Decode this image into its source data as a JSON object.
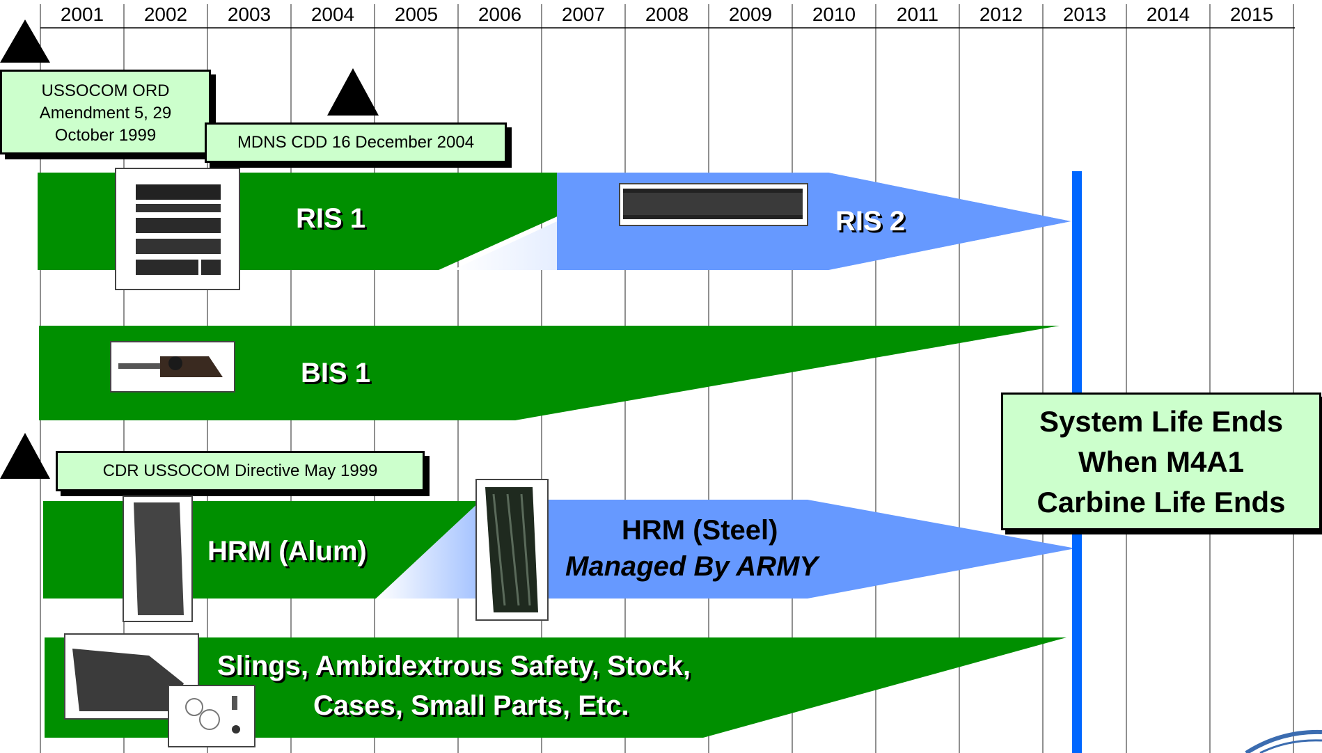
{
  "timeline": {
    "years": [
      "2001",
      "2002",
      "2003",
      "2004",
      "2005",
      "2006",
      "2007",
      "2008",
      "2009",
      "2010",
      "2011",
      "2012",
      "2013",
      "2014",
      "2015"
    ]
  },
  "milestones": {
    "ord_amendment": "USSOCOM ORD Amendment 5, 29 October 1999",
    "ord_amendment_lines": [
      "USSOCOM ORD",
      "Amendment 5, 29",
      "October 1999"
    ],
    "mdns_cdd": "MDNS CDD 16 December 2004",
    "cdr_directive": "CDR USSOCOM Directive May 1999"
  },
  "bars": {
    "ris1": "RIS 1",
    "ris2": "RIS 2",
    "bis1": "BIS 1",
    "hrm_alum": "HRM (Alum)",
    "hrm_steel": "HRM (Steel)",
    "hrm_steel_note": "Managed By ARMY",
    "misc_line1": "Slings, Ambidextrous Safety, Stock,",
    "misc_line2": "Cases, Small Parts, Etc."
  },
  "end_of_life": {
    "lines": [
      "System Life Ends",
      "When M4A1",
      "Carbine Life Ends"
    ]
  },
  "colors": {
    "green": "#008f00",
    "blue": "#6699ff",
    "end_line": "#0066ff",
    "box_fill": "#ccffcc"
  }
}
